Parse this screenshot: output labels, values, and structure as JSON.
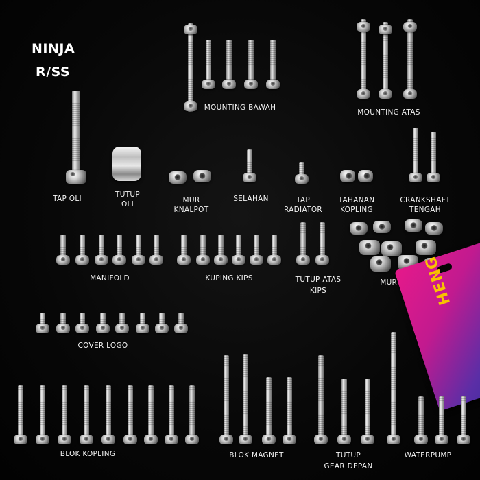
{
  "title": [
    "NINJA",
    "R/SS"
  ],
  "package_brand": "HENG",
  "labels": {
    "mounting_bawah": "MOUNTING BAWAH",
    "mounting_atas": "MOUNTING ATAS",
    "tap_oli": "TAP OLI",
    "tutup_oli": [
      "TUTUP",
      "OLI"
    ],
    "mur_knalpot": [
      "MUR",
      "KNALPOT"
    ],
    "selahan": "SELAHAN",
    "tap_radiator": [
      "TAP",
      "RADIATOR"
    ],
    "tahanan_kopling": [
      "TAHANAN",
      "KOPLING"
    ],
    "crankshaft_tengah": [
      "CRANKSHAFT",
      "TENGAH"
    ],
    "manifold": "MANIFOLD",
    "kuping_kips": "KUPING KIPS",
    "tutup_atas_kips": [
      "TUTUP ATAS",
      "KIPS"
    ],
    "mur_head": "MUR HEAD",
    "cover_logo": "COVER LOGO",
    "blok_kopling": "BLOK KOPLING",
    "blok_magnet": "BLOK MAGNET",
    "tutup_gear_depan": [
      "TUTUP",
      "GEAR DEPAN"
    ],
    "waterpump": "WATERPUMP"
  }
}
